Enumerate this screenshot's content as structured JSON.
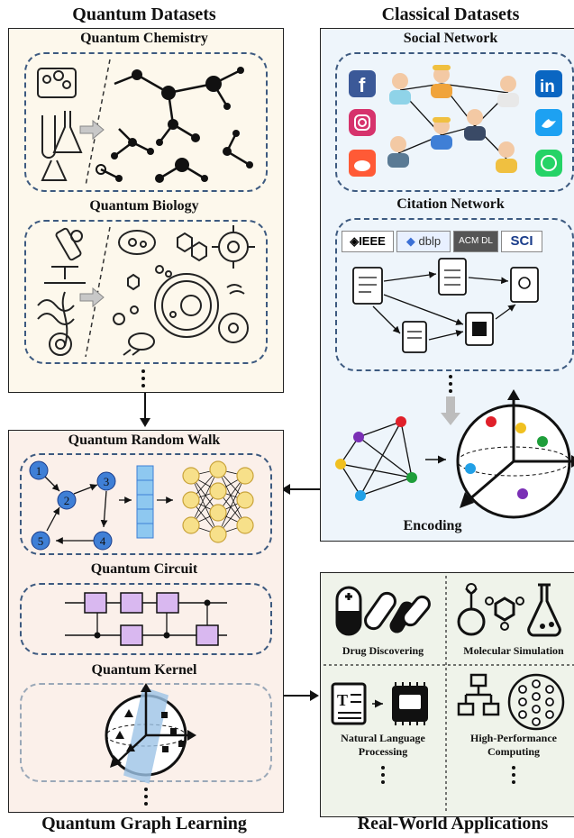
{
  "headers": {
    "quantum_datasets": "Quantum Datasets",
    "classical_datasets": "Classical Datasets",
    "quantum_graph_learning": "Quantum Graph Learning",
    "real_world_applications": "Real-World Applications"
  },
  "quantum_panel": {
    "chemistry_title": "Quantum Chemistry",
    "biology_title": "Quantum Biology"
  },
  "classical_panel": {
    "social_title": "Social Network",
    "citation_title": "Citation Network",
    "citation_sources": [
      "IEEE",
      "dblp",
      "ACM DL",
      "SCI"
    ],
    "encoding_label": "Encoding"
  },
  "learning_panel": {
    "random_walk_title": "Quantum Random Walk",
    "circuit_title": "Quantum Circuit",
    "kernel_title": "Quantum Kernel",
    "walk_nodes": [
      "1",
      "2",
      "3",
      "4",
      "5"
    ]
  },
  "applications": {
    "drug": "Drug Discovering",
    "molecular": "Molecular Simulation",
    "nlp_line1": "Natural Language",
    "nlp_line2": "Processing",
    "hpc_line1": "High-Performance",
    "hpc_line2": "Computing"
  },
  "colors": {
    "quantum_panel_bg": "#fdf8ec",
    "classical_panel_bg": "#eef5fb",
    "learning_panel_bg": "#fbf0ea",
    "applications_panel_bg": "#eff3ea",
    "dashed_border": "#3d5a80",
    "node_blue": "#3f7fd6",
    "neuron_yellow": "#f7e08a",
    "gate_purple": "#d9b8f0",
    "hyperplane_blue": "#9cc3e6"
  }
}
